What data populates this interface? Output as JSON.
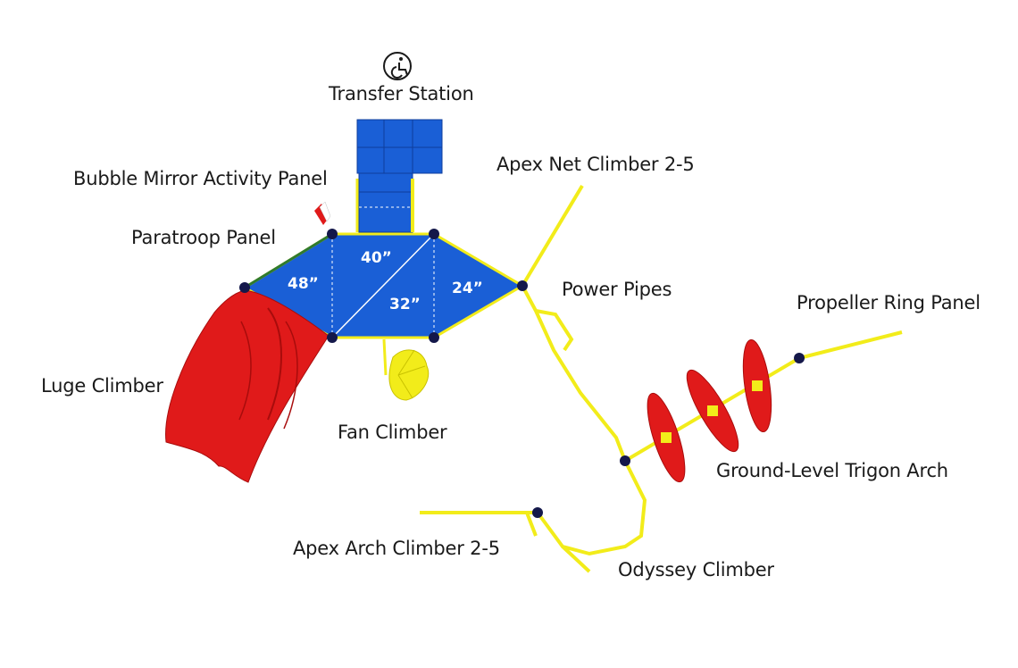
{
  "labels": {
    "transfer_station": "Transfer Station",
    "bubble_mirror": "Bubble Mirror Activity Panel",
    "paratroop": "Paratroop Panel",
    "luge": "Luge Climber",
    "fan": "Fan Climber",
    "apex_net": "Apex Net Climber 2-5",
    "power_pipes": "Power Pipes",
    "propeller": "Propeller Ring Panel",
    "trigon": "Ground-Level Trigon Arch",
    "apex_arch": "Apex Arch Climber 2-5",
    "odyssey": "Odyssey Climber"
  },
  "dimensions": {
    "d48": "48”",
    "d40": "40”",
    "d32": "32”",
    "d24": "24”"
  },
  "icons": {
    "accessibility": "wheelchair-icon"
  },
  "colors": {
    "deck_blue": "#1a5fd6",
    "slide_red": "#e01a1a",
    "pipe_yellow": "#f2ec1a",
    "post_navy": "#14184a"
  }
}
